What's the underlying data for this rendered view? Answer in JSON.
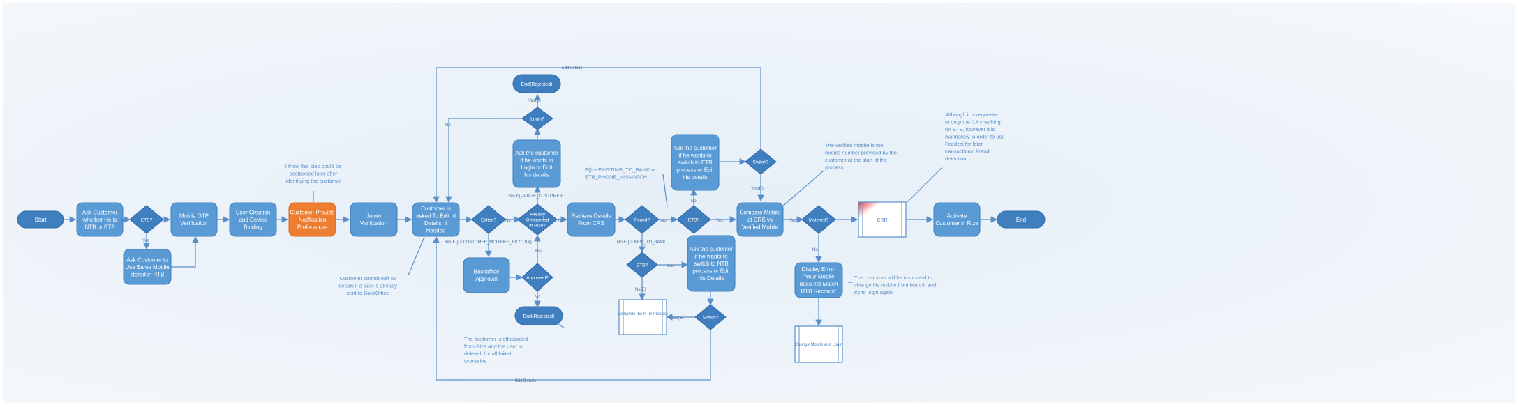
{
  "colors": {
    "node": "#5b9bd5",
    "stroke": "#3f7fbf",
    "text": "#ffffff",
    "highlight": "#ed7d31",
    "note": "#5b8fc9",
    "line": "#5b8fc9"
  },
  "terminals": {
    "start": "Start",
    "end": "End",
    "end_rejected_top": "End(Rejected)",
    "end_rejected_bottom": "End(Rejected)"
  },
  "steps": {
    "ask_customer": "Ask Customer whether He is NTB or ETB",
    "ask_same_mobile": "Ask Customer to Use Same Mobile stored in RTB",
    "mobile_otp": "Mobile OTP Verification",
    "user_creation": "User Creation and Device Binding",
    "notification_prefs": "Customer Provide Notification Preferences",
    "jumio": "Jumio Verification",
    "edit_id": "Customer is asked To Edit Id Details, if Needed",
    "backoffice": "Backoffice Approval",
    "ask_login_edit": "Ask the customer if he wants to Login or Edit his details",
    "retrieve_crs": "Retrieve Details From CRS",
    "ask_switch_ntb": "Ask the customer if he wants to switch to NTB process or Edit his Details",
    "ask_switch_etb": "Ask the customer if he wants to switch to ETB process or Edit his details",
    "compare_mobile": "Compare Mobile at CRS vs Verified Mobile",
    "display_error": "Display Error- \"Your Mobile does not Match RTB Records\"",
    "activate": "Activate Customer in Rize"
  },
  "decisions": {
    "etb1": "ETB?",
    "edited": "Edited?",
    "already_onboarded": "Already Onboarded in Rize?",
    "login": "Login?",
    "approved": "Approved?",
    "found": "Found?",
    "etb2": "ETB?",
    "etb3": "ETB?",
    "switch_top": "Switch?",
    "switch_bottom": "Switch?",
    "matched": "Matched?"
  },
  "processes": {
    "crr": "CRR",
    "complete_ntb": "Complete the NTB Process",
    "change_mobile": "Change Mobile and Login"
  },
  "labels": {
    "yes": "Yes",
    "no": "No",
    "yes_e": "Yes(E)",
    "no_e": "No(E)",
    "yes_e_rize": "Yes E(}-> RIZE_CUSTOMER",
    "yes_e_modified": "Yes E(}-> CUSTOMER_MODIFIED_EKYC ID()",
    "no_e_new": "No E(}-> NEW_TO_BANK",
    "edit_details_top": "Edit details",
    "edit_details_bottom": "Edit Details"
  },
  "notes": {
    "postpone": "I think this step could be postponed later after identifying the customer",
    "cannot_edit": "Customer cannot edit ID details if a task is already sent to BackOffice",
    "existing": "E()-> EXISTING_TO_BANK or ETB_PHONE_MISMATCH",
    "offboarded": "The customer is offboarded from Rize and the user is deleted, for all failed scenarios",
    "verified_mobile": "The verified mobile is the mobile number provided by the customer at the start of the process",
    "instructed": "The customer will be instructed to change his mobile from branch and try to login again",
    "ca_checking": "Although it is requested to drop the CA checking for ETB, however it is mandatory in order to use Feedzai for later transactions' Fraud detection"
  }
}
